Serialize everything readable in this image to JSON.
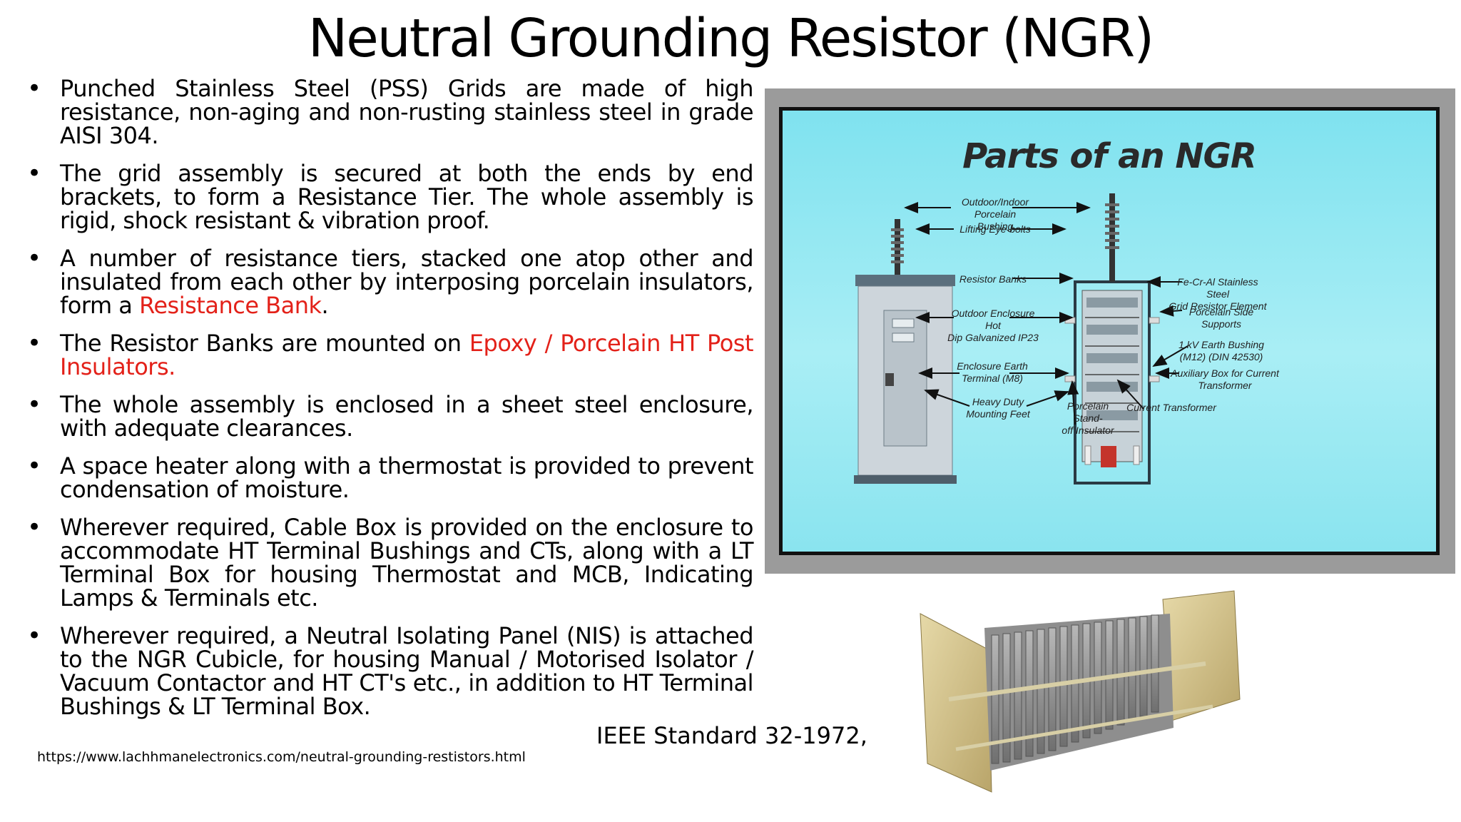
{
  "title": "Neutral Grounding Resistor (NGR)",
  "bullets": [
    {
      "pre": "Punched Stainless Steel (PSS) Grids are made of high resistance, non-aging and non-rusting stainless steel in grade AISI 304.",
      "red": "",
      "post": ""
    },
    {
      "pre": "The grid assembly is secured at both the ends by end brackets, to form a Resistance Tier. The whole assembly is rigid, shock resistant & vibration proof.",
      "red": "",
      "post": ""
    },
    {
      "pre": "A number of resistance tiers, stacked one atop other and insulated from each other by interposing porcelain insulators, form a ",
      "red": "Resistance Bank",
      "post": "."
    },
    {
      "pre": "The Resistor Banks are mounted on ",
      "red": "Epoxy / Porcelain HT Post Insulators.",
      "post": ""
    },
    {
      "pre": "The whole assembly is enclosed in a sheet steel enclosure, with adequate clearances.",
      "red": "",
      "post": ""
    },
    {
      "pre": "A space heater along with a thermostat is provided to prevent condensation of moisture.",
      "red": "",
      "post": ""
    },
    {
      "pre": "Wherever required, Cable Box is provided on the enclosure to accommodate HT Terminal Bushings and CTs, along with a LT Terminal Box for housing Thermostat and MCB, Indicating Lamps & Terminals etc.",
      "red": "",
      "post": ""
    },
    {
      "pre": "Wherever required, a Neutral Isolating Panel (NIS) is attached to the NGR Cubicle, for housing Manual / Motorised Isolator / Vacuum Contactor and HT CT's etc., in addition to HT Terminal Bushings & LT Terminal Box.",
      "red": "",
      "post": ""
    }
  ],
  "reference": "IEEE Standard 32-1972,",
  "source_url": "https://www.lachhmanelectronics.com/neutral-grounding-restistors.html",
  "diagram": {
    "title": "Parts of an NGR",
    "labels": {
      "bushing1": "Outdoor/Indoor Porcelain",
      "bushing2": "Bushing",
      "eyebolts": "Lifting Eye-bolts",
      "banks": "Resistor Banks",
      "enclosure1": "Outdoor Enclosure Hot",
      "enclosure2": "Dip Galvanized IP23",
      "earth1": "Enclosure Earth",
      "earth2": "Terminal (M8)",
      "feet1": "Heavy Duty",
      "feet2": "Mounting Feet",
      "standoff1": "Porcelain Stand-",
      "standoff2": "off Insulator",
      "ct": "Current Transformer",
      "element1": "Fe-Cr-Al Stainless Steel",
      "element2": "Grid Resistor Element",
      "supports": "Porcelain Side Supports",
      "earthbush1": "1 kV Earth Bushing",
      "earthbush2": "(M12) (DIN 42530)",
      "aux1": "Auxiliary Box for Current",
      "aux2": "Transformer"
    }
  },
  "colors": {
    "accent_red": "#e32119",
    "diagram_bg": "#8ae4ef",
    "frame": "#9b9b9b"
  }
}
